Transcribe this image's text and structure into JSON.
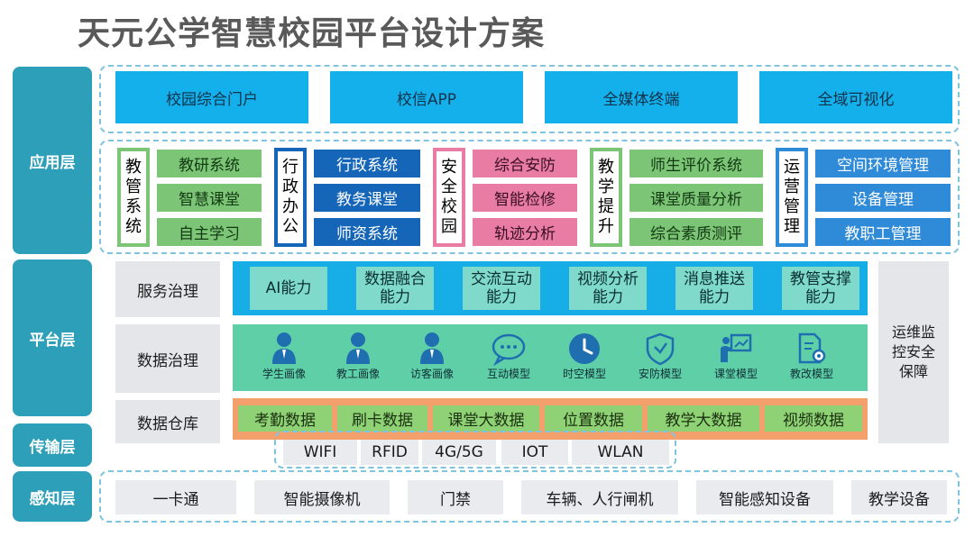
{
  "title": "天元公学智慧校园平台设计方案",
  "layers": {
    "application": "应用层",
    "platform": "平台层",
    "transport": "传输层",
    "perception": "感知层"
  },
  "portals": [
    "校园综合门户",
    "校信APP",
    "全媒体终端",
    "全域可视化"
  ],
  "groups": [
    {
      "label": "教管系统",
      "items": [
        "教研系统",
        "智慧课堂",
        "自主学习"
      ]
    },
    {
      "label": "行政办公",
      "items": [
        "行政系统",
        "教务课堂",
        "师资系统"
      ]
    },
    {
      "label": "安全校园",
      "items": [
        "综合安防",
        "智能检修",
        "轨迹分析"
      ]
    },
    {
      "label": "教学提升",
      "items": [
        "师生评价系统",
        "课堂质量分析",
        "综合素质测评"
      ]
    },
    {
      "label": "运营管理",
      "items": [
        "空间环境管理",
        "设备管理",
        "教职工管理"
      ]
    }
  ],
  "platform": {
    "service": "服务治理",
    "data_gov": "数据治理",
    "warehouse": "数据仓库",
    "ops": "运维监控安全保障",
    "capabilities": [
      "AI能力",
      "数据融合能力",
      "交流互动能力",
      "视频分析能力",
      "消息推送能力",
      "教管支撑能力"
    ],
    "models": [
      {
        "label": "学生画像",
        "icon": "person-icon"
      },
      {
        "label": "教工画像",
        "icon": "person-icon"
      },
      {
        "label": "访客画像",
        "icon": "person-icon"
      },
      {
        "label": "互动模型",
        "icon": "chat-icon"
      },
      {
        "label": "时空模型",
        "icon": "clock-icon"
      },
      {
        "label": "安防模型",
        "icon": "shield-icon"
      },
      {
        "label": "课堂模型",
        "icon": "teacher-board-icon"
      },
      {
        "label": "教改模型",
        "icon": "document-gear-icon"
      }
    ],
    "datasets": [
      "考勤数据",
      "刷卡数据",
      "课堂大数据",
      "位置数据",
      "教学大数据",
      "视频数据"
    ]
  },
  "transport": [
    "WIFI",
    "RFID",
    "4G/5G",
    "IOT",
    "WLAN"
  ],
  "perception": [
    "一卡通",
    "智能摄像机",
    "门禁",
    "车辆、人行闸机",
    "智能感知设备",
    "教学设备"
  ],
  "colors": {
    "layer": "#2e9fb8",
    "portal": "#14b0ec",
    "dash": "#7ec3e0"
  }
}
